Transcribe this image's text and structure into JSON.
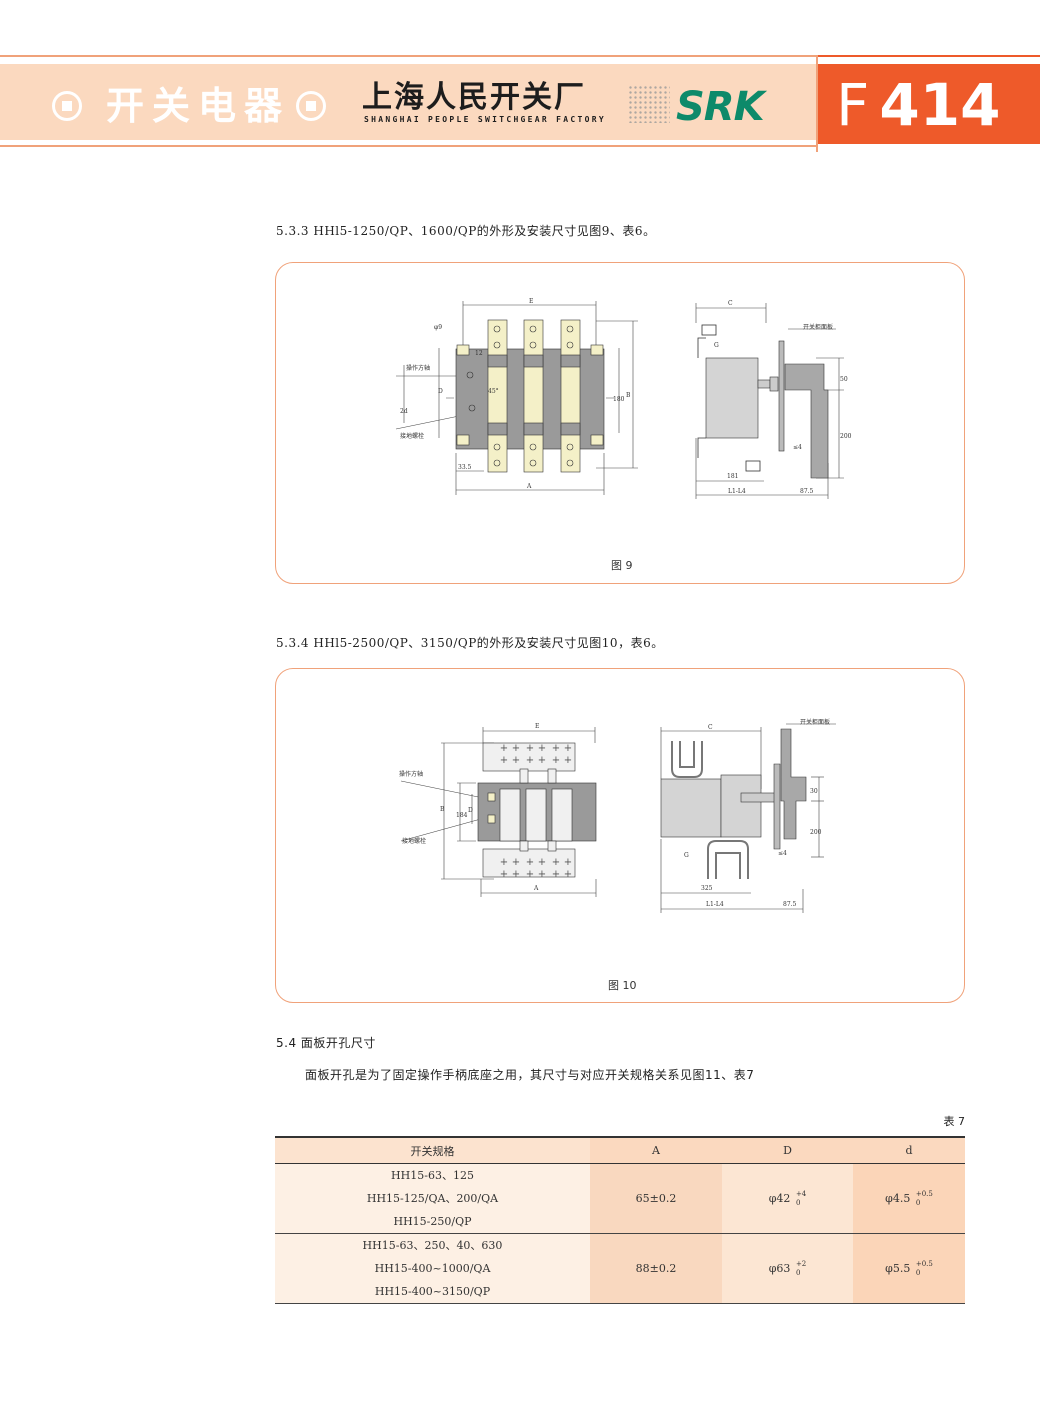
{
  "header": {
    "title": "开关电器",
    "factory_cn": "上海人民开关厂",
    "factory_en": "SHANGHAI PEOPLE SWITCHGEAR FACTORY",
    "brand": "SRK",
    "page_letter": "F",
    "page_number": "414"
  },
  "sections": {
    "s533_caption": "5.3.3 HHl5-1250/QP、1600/QP的外形及安装尺寸见图9、表6。",
    "s534_caption": "5.3.4 HHl5-2500/QP、3150/QP的外形及安装尺寸见图10，表6。",
    "s54_heading": "5.4 面板开孔尺寸",
    "s54_text": "面板开孔是为了固定操作手柄底座之用，其尺寸与对应开关规格关系见图11、表7"
  },
  "figure9": {
    "label": "图 9",
    "dims": {
      "E": "E",
      "A": "A",
      "D": "D",
      "B": "B",
      "C": "C",
      "G": "G",
      "phi9": "φ9",
      "twelve": "12",
      "two_d": "2d",
      "dim_180": "180",
      "dim_33_5": "33.5",
      "angle45": "45°",
      "dim_181": "181",
      "dim_L": "L1-L4",
      "dim_87_5": "87.5",
      "dim_50": "50",
      "dim_200": "200",
      "le4": "≤4"
    },
    "labels": {
      "shaft": "操作方轴",
      "ground": "接地螺栓",
      "panel": "开关柜面板"
    }
  },
  "figure10": {
    "label": "图 10",
    "dims": {
      "E": "E",
      "A": "A",
      "D": "D",
      "B": "B",
      "C": "C",
      "G": "G",
      "dim_184": "184",
      "dim_325": "325",
      "dim_L": "L1-L4",
      "dim_87_5": "87.5",
      "dim_30": "30",
      "dim_200": "200",
      "le4": "≤4"
    },
    "labels": {
      "shaft": "操作方轴",
      "ground": "接地螺栓",
      "panel": "开关柜面板"
    }
  },
  "table7": {
    "caption": "表 7",
    "headers": [
      "开关规格",
      "A",
      "D",
      "d"
    ],
    "rows": [
      {
        "specs": [
          "HH15-63、125",
          "HH15-125/QA、200/QA",
          "HH15-250/QP"
        ],
        "A": "65±0.2",
        "D": "φ42",
        "D_upper": "+4",
        "D_lower": "0",
        "d": "φ4.5",
        "d_upper": "+0.5",
        "d_lower": "0"
      },
      {
        "specs": [
          "HH15-63、250、40、630",
          "HH15-400~1000/QA",
          "HH15-400~3150/QP"
        ],
        "A": "88±0.2",
        "D": "φ63",
        "D_upper": "+2",
        "D_lower": "0",
        "d": "φ5.5",
        "d_upper": "+0.5",
        "d_lower": "0"
      }
    ]
  },
  "colors": {
    "accent_orange": "#ee5a2a",
    "band_peach": "#fbd9bf",
    "panel_border": "#f0a27a",
    "brand_green": "#0d8a6a"
  }
}
